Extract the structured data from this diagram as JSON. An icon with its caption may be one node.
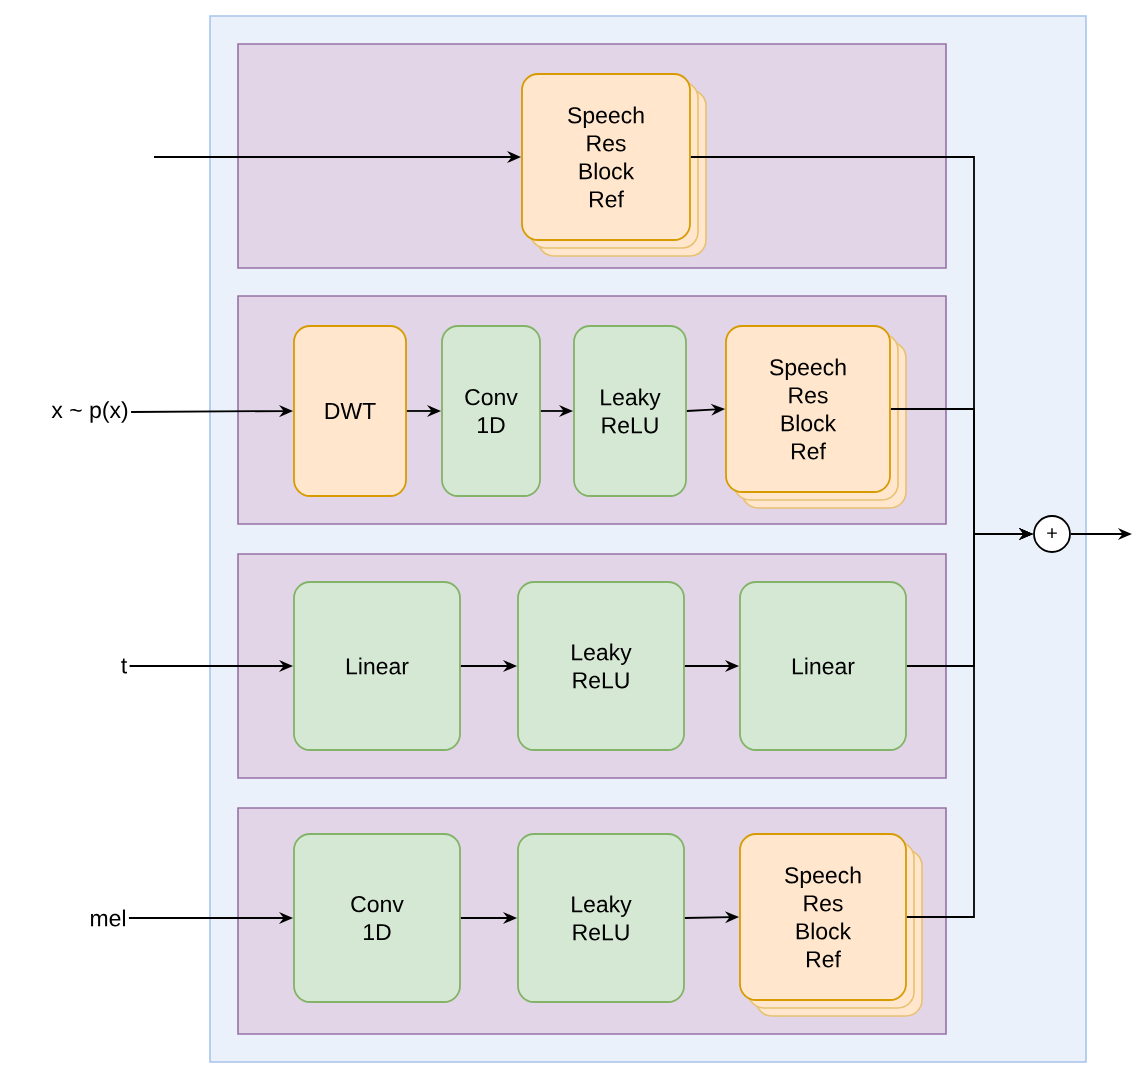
{
  "diagram": {
    "nodes": [
      {
        "text": [],
        "shape": "box"
      },
      {
        "text": [],
        "shape": "box",
        "in": 0
      },
      {
        "text": [
          "Speech Res Block Ref"
        ],
        "in": 1
      },
      {
        "text": [],
        "shape": "box",
        "in": 0
      },
      {
        "text": [
          "DWT"
        ],
        "in": 3
      },
      {
        "text": [
          "Conv 1D"
        ],
        "in": 3
      },
      {
        "text": [
          "Leaky ReLU"
        ],
        "in": 3
      },
      {
        "text": [
          "Speech Res Block Ref"
        ],
        "in": 3
      },
      {
        "text": [],
        "shape": "box",
        "in": 0
      },
      {
        "text": [
          "Linear"
        ],
        "in": 8
      },
      {
        "text": [
          "Leaky ReLU"
        ],
        "in": 8
      },
      {
        "text": [
          "Linear"
        ],
        "in": 8
      },
      {
        "text": [],
        "shape": "box",
        "in": 0
      },
      {
        "text": [
          "Conv 1D"
        ],
        "in": 12
      },
      {
        "text": [
          "Leaky ReLU"
        ],
        "in": 12
      },
      {
        "text": [
          "Speech Res Block Ref"
        ],
        "in": 12
      },
      {
        "text": [
          "x ~ p(x)"
        ]
      },
      {
        "text": [
          "t"
        ]
      },
      {
        "text": [
          "mel"
        ]
      },
      {
        "text": [
          "+"
        ],
        "in": 0
      }
    ],
    "edges": [
      {
        "from": null,
        "to": 2,
        "arrow": "to"
      },
      {
        "from": 16,
        "to": 4,
        "arrow": "to"
      },
      {
        "from": 4,
        "to": 5,
        "arrow": "to"
      },
      {
        "from": 5,
        "to": 6,
        "arrow": "to"
      },
      {
        "from": 6,
        "to": 7,
        "arrow": "to"
      },
      {
        "from": 17,
        "to": 9,
        "arrow": "to"
      },
      {
        "from": 9,
        "to": 10,
        "arrow": "to"
      },
      {
        "from": 10,
        "to": 11,
        "arrow": "to"
      },
      {
        "from": 18,
        "to": 13,
        "arrow": "to"
      },
      {
        "from": 13,
        "to": 14,
        "arrow": "to"
      },
      {
        "from": 14,
        "to": 15,
        "arrow": "to"
      },
      {
        "from": 2,
        "to": 19,
        "arrow": "to"
      },
      {
        "from": 7,
        "to": 19,
        "arrow": "to"
      },
      {
        "from": 11,
        "to": 19,
        "arrow": "to"
      },
      {
        "from": 15,
        "to": 19,
        "arrow": "to"
      },
      {
        "from": 19,
        "to": null,
        "arrow": "to"
      }
    ]
  }
}
